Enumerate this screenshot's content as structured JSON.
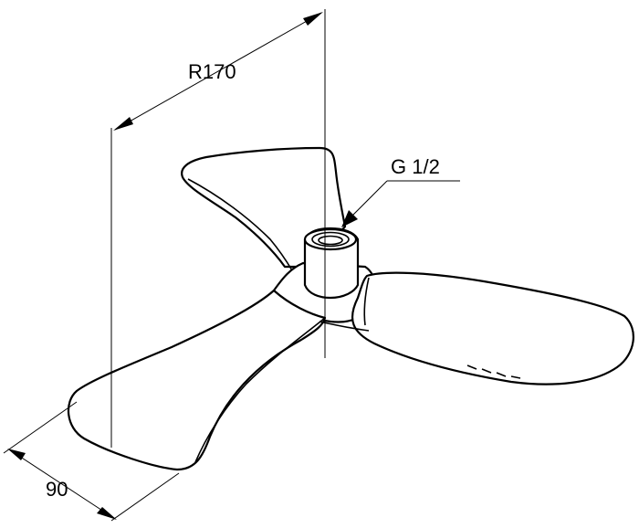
{
  "dimensions": {
    "radius_label": "R170",
    "thread_label": "G 1/2",
    "width_label": "90"
  },
  "colors": {
    "line": "#000000",
    "background": "#ffffff"
  }
}
